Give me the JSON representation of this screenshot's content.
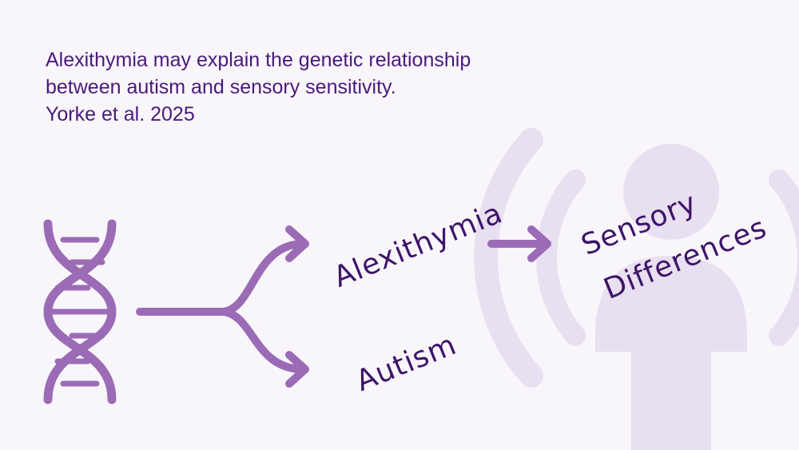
{
  "caption": {
    "line1": "Alexithymia may explain the genetic relationship",
    "line2": "between autism and sensory sensitivity.",
    "citation": "Yorke et al. 2025"
  },
  "nodes": {
    "alexithymia": "Alexithymia",
    "autism": "Autism",
    "sensory_line1": "Sensory",
    "sensory_line2": "Differences"
  },
  "icons": {
    "dna": "dna-double-helix-icon",
    "person": "person-silhouette-icon",
    "signal": "sensory-waves-icon"
  },
  "colors": {
    "background": "#f9f6fb",
    "arrow": "#9b6bb6",
    "dna": "#9b6bb6",
    "person": "#e8dff0",
    "waves": "#e8dff0",
    "text": "#4a1a7a",
    "label": "#3d1469"
  }
}
